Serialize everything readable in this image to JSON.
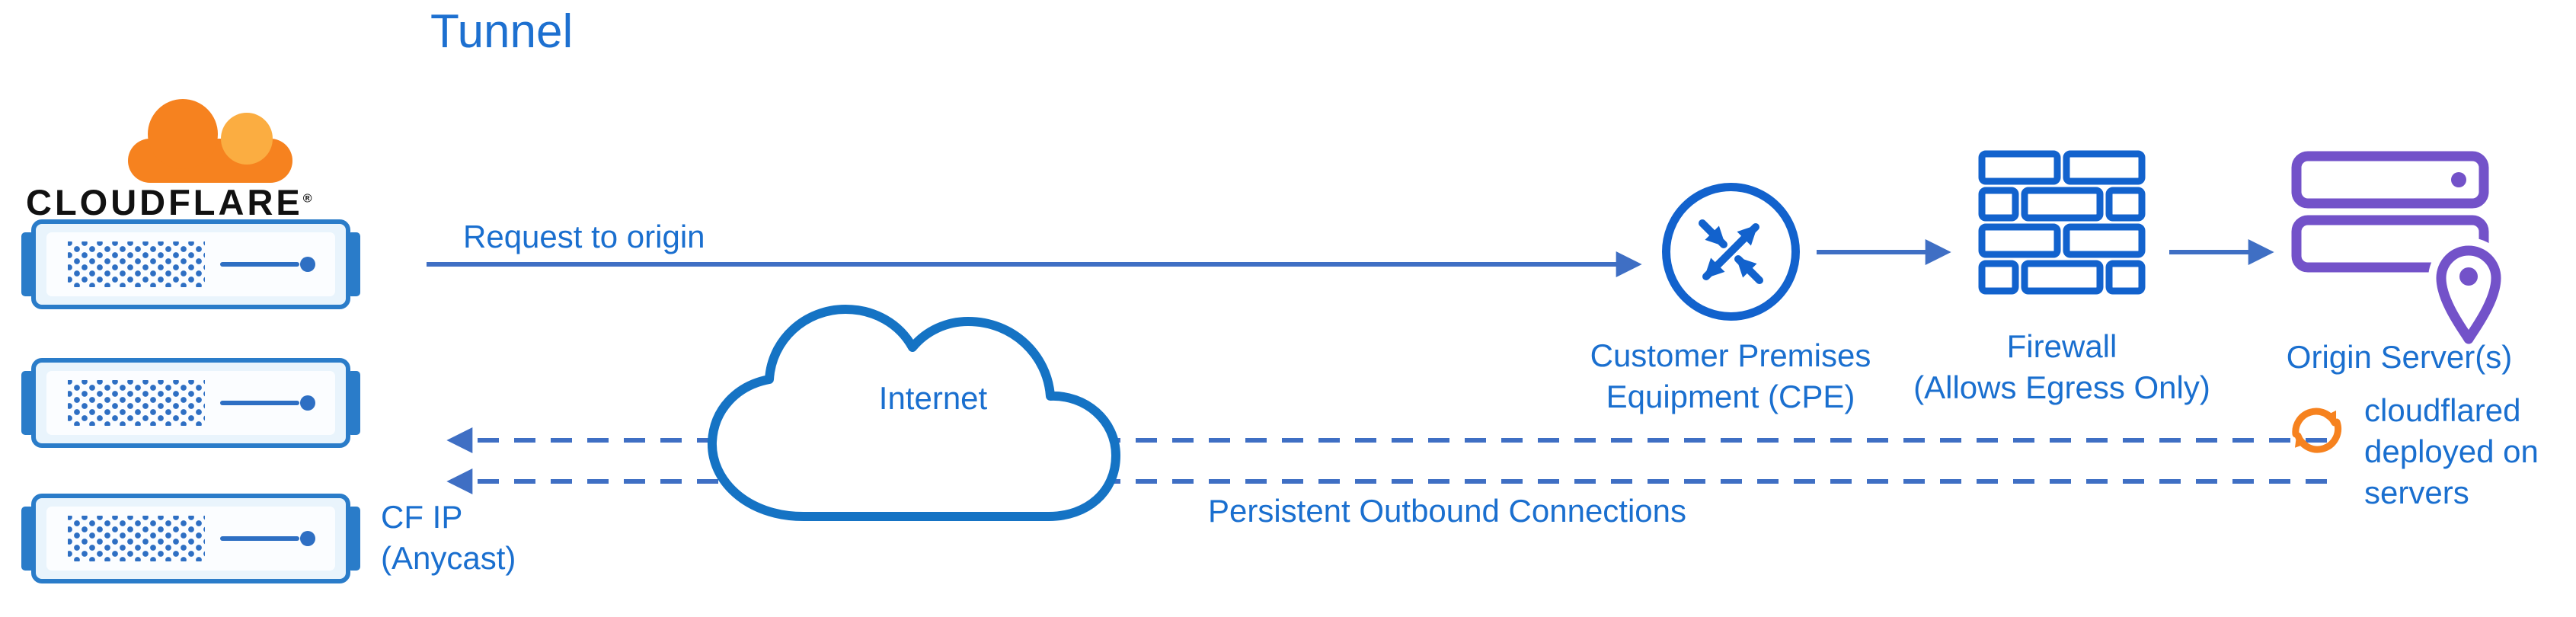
{
  "title": "Tunnel",
  "logo": {
    "brand": "CLOUDFLARE",
    "registered": "®"
  },
  "labels": {
    "cf_ip": "CF IP\n(Anycast)",
    "request": "Request to origin",
    "internet": "Internet",
    "persistent": "Persistent Outbound Connections",
    "cpe": "Customer Premises\nEquipment (CPE)",
    "firewall": "Firewall\n(Allows Egress Only)",
    "origin": "Origin Server(s)",
    "cloudflared": "cloudflared\ndeployed on\nservers"
  },
  "icons": {
    "cloudflare_logo": "cloudflare-cloud-logo",
    "edge_server": "edge-server-icon",
    "internet_cloud": "internet-cloud-icon",
    "cpe": "cpe-router-icon",
    "firewall": "firewall-brick-icon",
    "origin_server": "origin-server-icon",
    "location_pin": "location-pin-icon",
    "cloudflared_sync": "sync-arrows-icon"
  },
  "colors": {
    "text_blue": "#1a6fcf",
    "title_blue": "#1d70d0",
    "line_blue": "#3f6fc4",
    "icon_blue": "#1262cd",
    "internet_cloud_blue": "#1573c4",
    "edge_server_blue": "#2a7cc9",
    "orange": "#f6821f",
    "orange_light": "#fbad41",
    "purple": "#7352c9",
    "wordmark_black": "#111111",
    "background": "#ffffff"
  }
}
